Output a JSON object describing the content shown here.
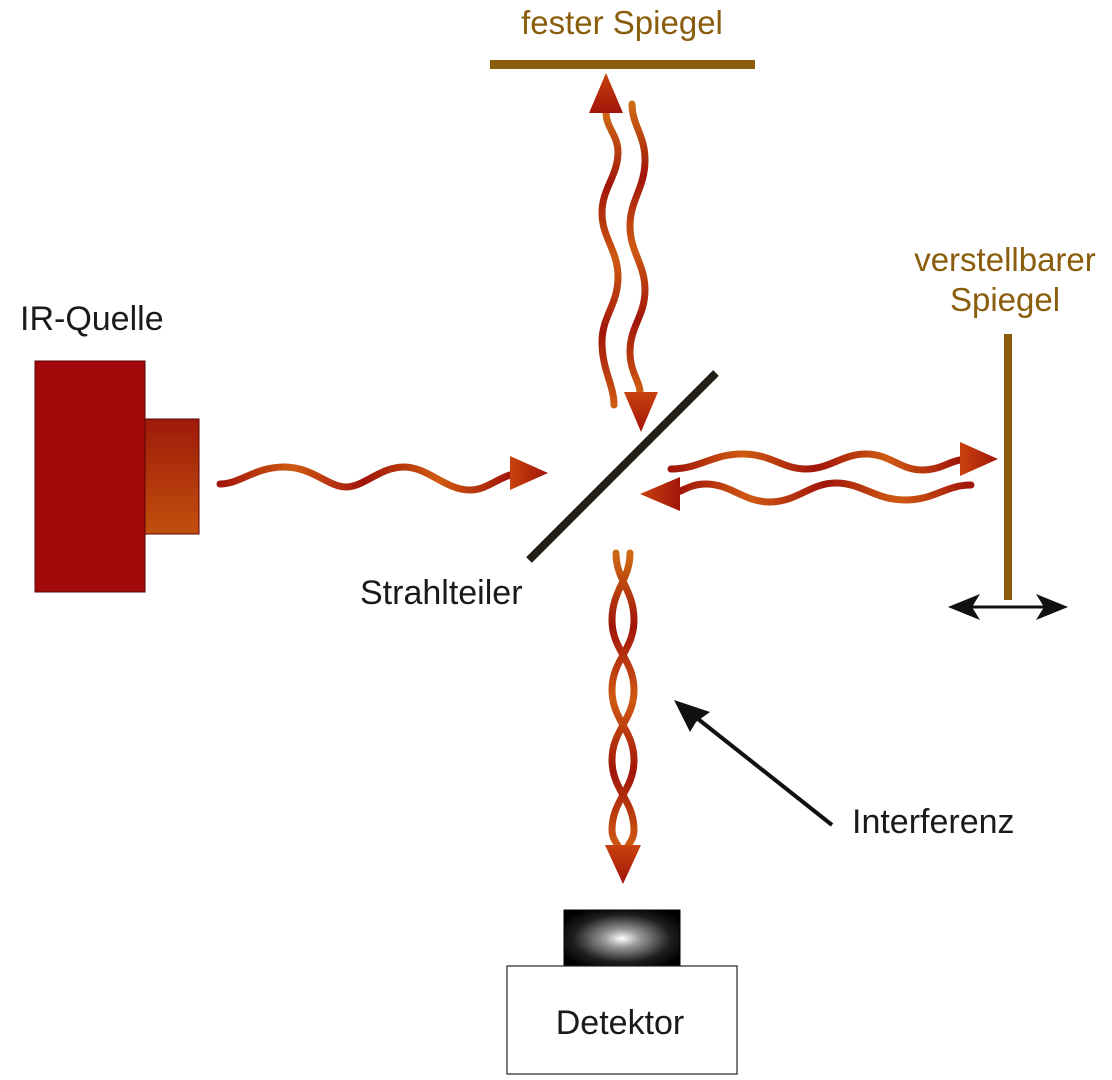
{
  "labels": {
    "source": "IR-Quelle",
    "fixed_mirror": "fester Spiegel",
    "movable_mirror_line1": "verstellbarer",
    "movable_mirror_line2": "Spiegel",
    "beam_splitter": "Strahlteiler",
    "interference": "Interferenz",
    "detector": "Detektor"
  },
  "colors": {
    "mirror": "#8a5d0c",
    "source_body": "#a1090a",
    "source_emitter_top": "#9e1a0a",
    "source_emitter_bottom": "#c2500d",
    "beam_red": "#a1150a",
    "beam_orange": "#d06a14",
    "splitter": "#231f16",
    "detector_box": "#ffffff",
    "label_text": "#1a1a1a",
    "mirror_label": "#8a5d0c"
  }
}
